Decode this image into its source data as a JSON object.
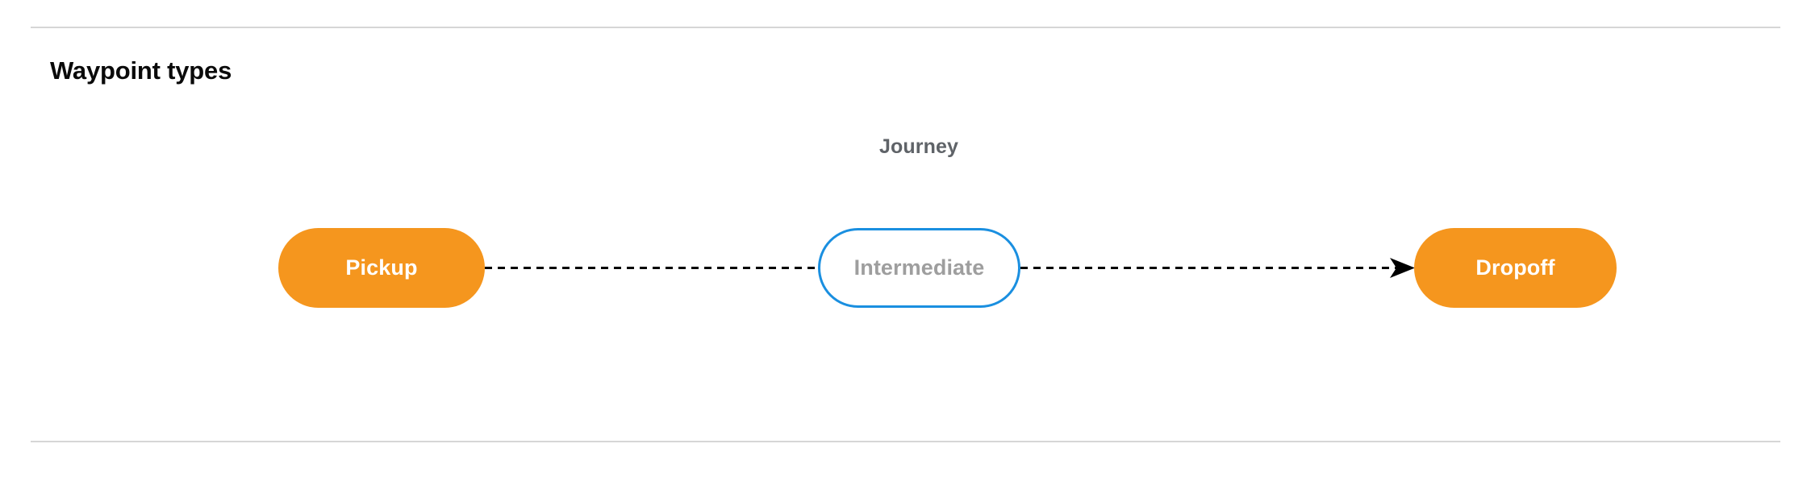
{
  "page": {
    "title": "Waypoint types",
    "background_color": "#ffffff",
    "divider_color": "#d6d6d6"
  },
  "diagram": {
    "type": "flow",
    "group_label": "Journey",
    "group_label_color": "#5f6368",
    "nodes": [
      {
        "id": "pickup",
        "label": "Pickup",
        "style": "filled-pill",
        "fill_color": "#f5961e",
        "text_color": "#ffffff"
      },
      {
        "id": "intermediate",
        "label": "Intermediate",
        "style": "outlined-pill",
        "fill_color": "#ffffff",
        "border_color": "#1a8fe0",
        "text_color": "#9e9e9e"
      },
      {
        "id": "dropoff",
        "label": "Dropoff",
        "style": "filled-pill",
        "fill_color": "#f5961e",
        "text_color": "#ffffff"
      }
    ],
    "edges": [
      {
        "id": "pickup-to-intermediate",
        "from": "pickup",
        "to": "intermediate",
        "line_style": "dashed",
        "color": "#000000",
        "arrowhead": false
      },
      {
        "id": "intermediate-to-dropoff",
        "from": "intermediate",
        "to": "dropoff",
        "line_style": "dashed",
        "color": "#000000",
        "arrowhead": true
      }
    ]
  }
}
